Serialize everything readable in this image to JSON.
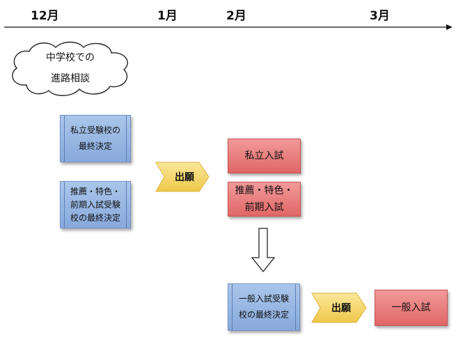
{
  "timeline": {
    "months": [
      "12月",
      "1月",
      "2月",
      "3月"
    ]
  },
  "cloud": {
    "lines": [
      "中学校での",
      "進路相談"
    ]
  },
  "private_school_decision": {
    "lines": [
      "私立受験校の",
      "最終決定"
    ]
  },
  "recommend_school_decision": {
    "lines": [
      "推薦・特色・",
      "前期入試受験",
      "校の最終決定"
    ]
  },
  "general_school_decision": {
    "lines": [
      "一般入試受験",
      "校の最終決定"
    ]
  },
  "application_1": {
    "label": "出願"
  },
  "application_2": {
    "label": "出願"
  },
  "private_exam": {
    "label": "私立入試"
  },
  "recommend_exam": {
    "lines": [
      "推薦・特色・",
      "前期入試"
    ]
  },
  "general_exam": {
    "label": "一般入試"
  },
  "colors": {
    "blue_box": "#9ab8e4",
    "red_box": "#e77b7b",
    "chevron": "#f3d36a",
    "arrow_line": "#111111"
  }
}
